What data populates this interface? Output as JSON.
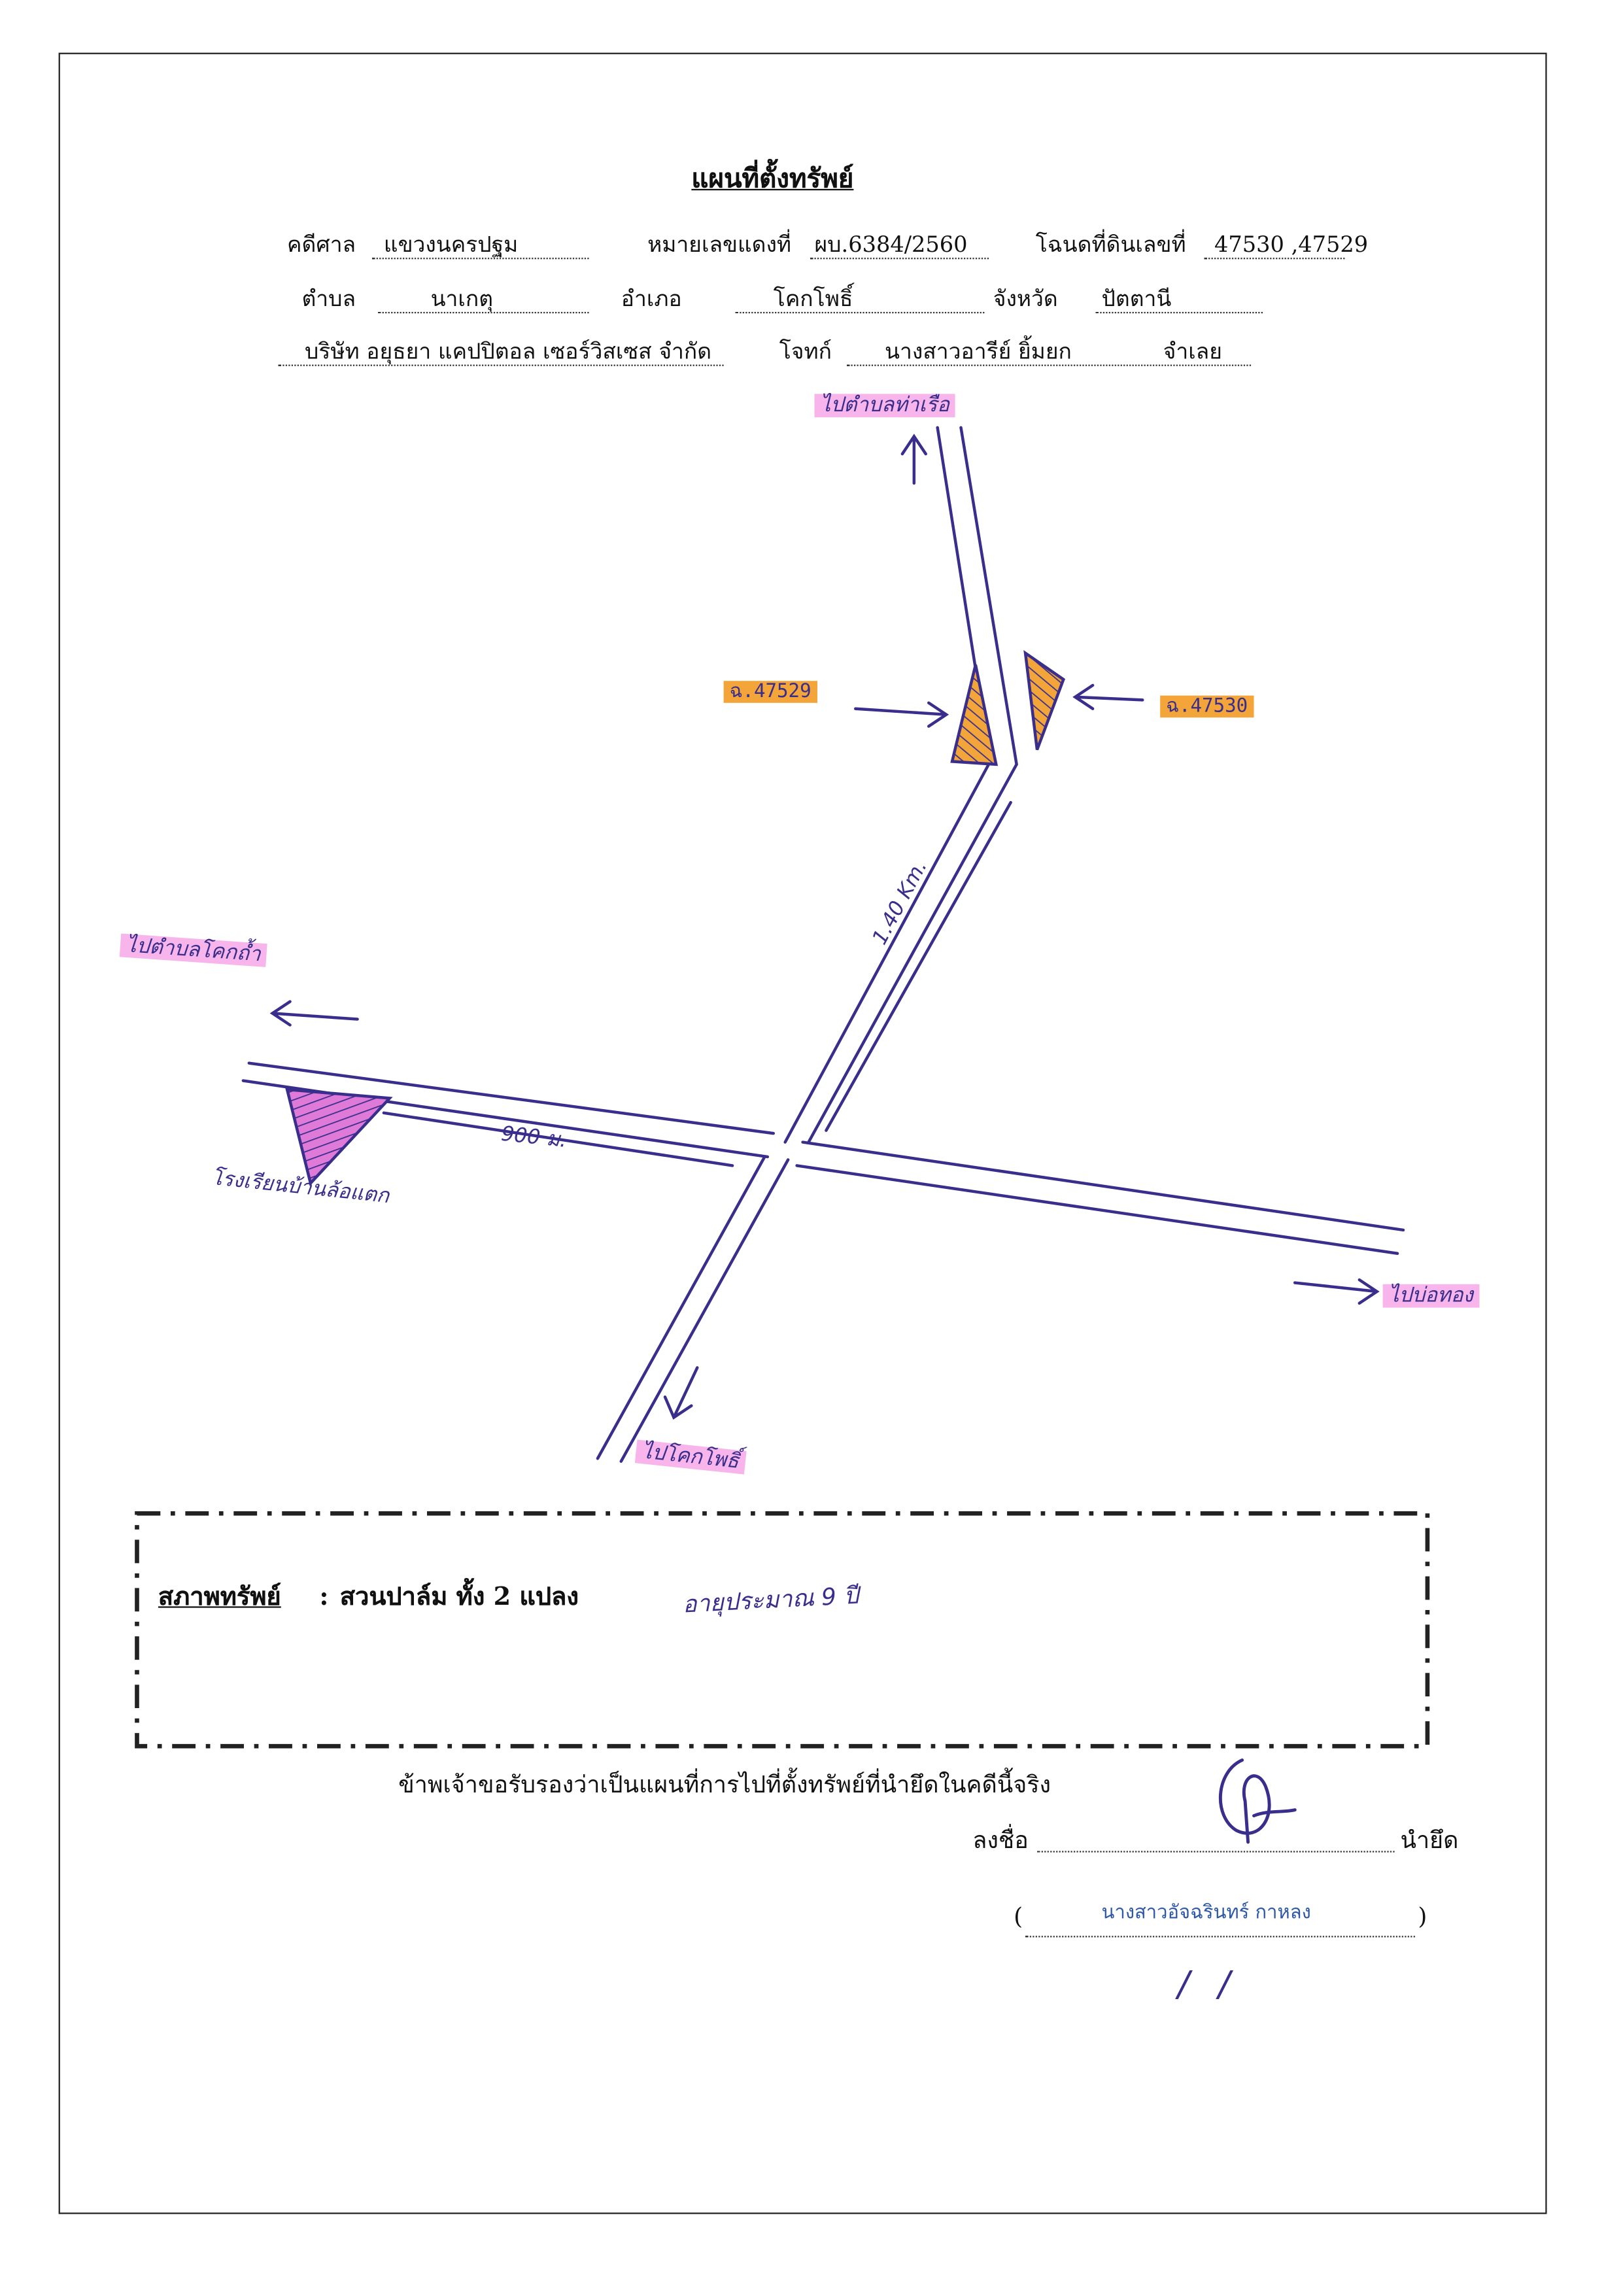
{
  "document": {
    "title": "แผนที่ตั้งทรัพย์",
    "header": {
      "court_label": "คดีศาล",
      "court_value": "แขวงนครปฐม",
      "case_no_label": "หมายเลขแดงที่",
      "case_no_value": "ผบ.6384/2560",
      "deed_label": "โฉนดที่ดินเลขที่",
      "deed_value": "47530 ,47529",
      "subdistrict_label": "ตำบล",
      "subdistrict_value": "นาเกตุ",
      "district_label": "อำเภอ",
      "district_value": "โคกโพธิ์",
      "province_label": "จังหวัด",
      "province_value": "ปัตตานี",
      "plaintiff": "บริษัท อยุธยา แคปปิตอล เซอร์วิสเซส จำกัด",
      "plaintiff_label": "โจทก์",
      "defendant": "นางสาวอารีย์ ยิ้มยก",
      "defendant_label": "จำเลย"
    },
    "map": {
      "north_dest": "ไปตำบลท่าเรือ",
      "west_dest": "ไปตำบลโคกถ้ำ",
      "east_dest": "ไปบ่อทอง",
      "south_dest": "ไปโคกโพธิ์",
      "parcel_left": "ฉ.47529",
      "parcel_right": "ฉ.47530",
      "distance_road": "1.40 Km.",
      "distance_school": "900 ม.",
      "school_label": "โรงเรียนบ้านล้อแตก"
    },
    "condition": {
      "label": "สภาพทรัพย์",
      "colon": ":",
      "value": "สวนปาล์ม ทั้ง 2 แปลง",
      "handwritten_note": "อายุประมาณ 9 ปี"
    },
    "certify_text": "ข้าพเจ้าขอรับรองว่าเป็นแผนที่การไปที่ตั้งทรัพย์ที่นำยึดในคดีนี้จริง",
    "sign_label": "ลงชื่อ",
    "seizer_label": "นำยึด",
    "signer_name": "นางสาวอัจฉรินทร์ กาหลง",
    "paren_open": "(",
    "paren_close": ")",
    "date_marks": "/ /"
  },
  "colors": {
    "pen": "#3a2e8c",
    "highlight_pink": "#f078dc",
    "highlight_orange": "#f3a53a",
    "signer_blue": "#2d57a8"
  }
}
